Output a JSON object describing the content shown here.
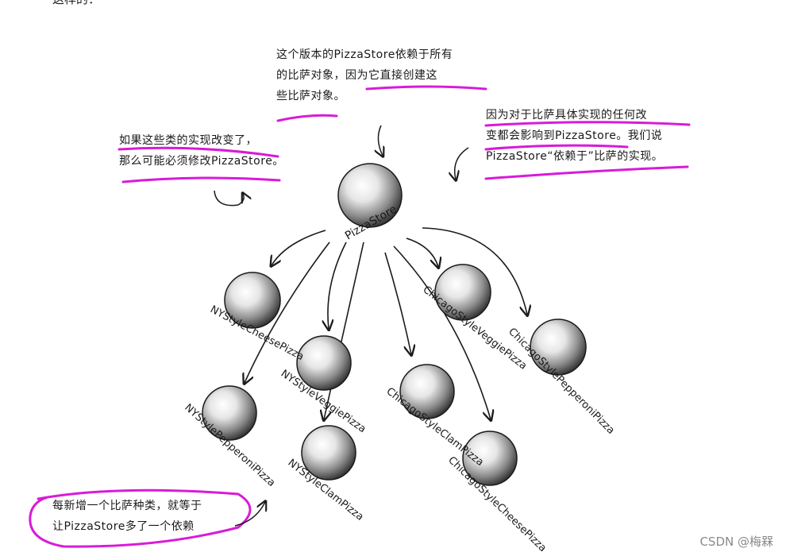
{
  "top_fragment": "这样的：",
  "notes": {
    "top": {
      "line1": "这个版本的PizzaStore依赖于所有",
      "line2": "的比萨对象，因为它直接创建这",
      "line3": "些比萨对象。"
    },
    "left": {
      "line1": "如果这些类的实现改变了，",
      "line2": "那么可能必须修改PizzaStore。"
    },
    "right": {
      "line1": "因为对于比萨具体实现的任何改",
      "line2": "变都会影响到PizzaStore。我们说",
      "line3": "PizzaStore“依赖于”比萨的实现。"
    },
    "bottom": {
      "line1": "每新增一个比萨种类，就等于",
      "line2": "让PizzaStore多了一个依赖"
    }
  },
  "nodes": {
    "store": "PizzaStore",
    "ny_cheese": "NYStyleCheesePizza",
    "ny_veggie": "NYStyleVeggiePizza",
    "ny_pepperoni": "NYStylePepperoniPizza",
    "ny_clam": "NYStyleClamPizza",
    "chicago_veggie": "ChicagoStyleVeggiePizza",
    "chicago_clam": "ChicagoStyleClamPizza",
    "chicago_cheese": "ChicagoStyleCheesePizza",
    "chicago_pepperoni": "ChicagoStylePepperoniPizza"
  },
  "watermark": "CSDN @梅槑",
  "colors": {
    "highlight": "#d81bd8",
    "ink": "#1a1a1a",
    "sphere_light": "#ffffff",
    "sphere_dark": "#2a2a2a"
  }
}
